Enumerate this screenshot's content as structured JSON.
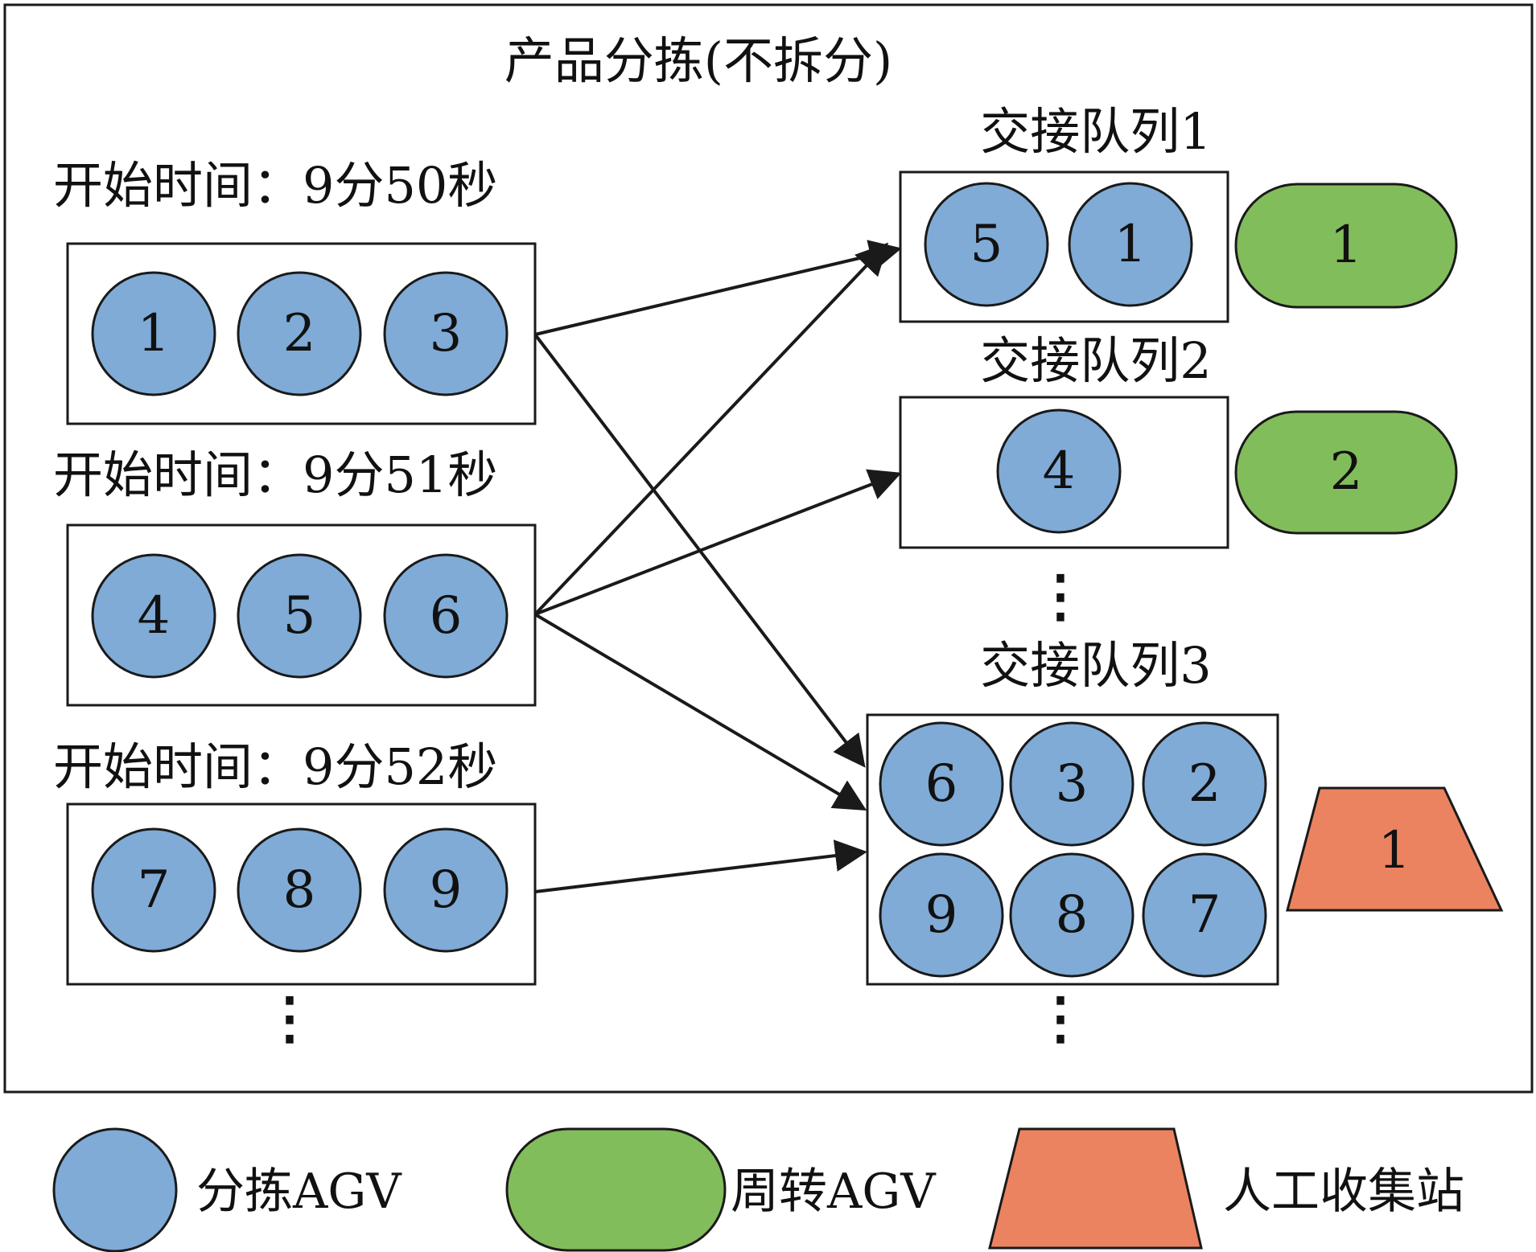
{
  "title": "产品分拣(不拆分)",
  "batches": [
    {
      "label": "开始时间：9分50秒",
      "agvs": [
        "1",
        "2",
        "3"
      ]
    },
    {
      "label": "开始时间：9分51秒",
      "agvs": [
        "4",
        "5",
        "6"
      ]
    },
    {
      "label": "开始时间：9分52秒",
      "agvs": [
        "7",
        "8",
        "9"
      ]
    }
  ],
  "batch_ellipsis": "⋮",
  "queues": [
    {
      "label": "交接队列1",
      "agvs": [
        "5",
        "1"
      ],
      "transfer_agv": "1"
    },
    {
      "label": "交接队列2",
      "agvs": [
        "4"
      ],
      "transfer_agv": "2"
    },
    {
      "label": "交接队列3",
      "agvs": [
        "6",
        "3",
        "2",
        "9",
        "8",
        "7"
      ],
      "station": "1"
    }
  ],
  "queue_ellipsis": [
    "⋮",
    "⋮"
  ],
  "edges": [
    {
      "from": "batch-1",
      "to": "queue-1"
    },
    {
      "from": "batch-1",
      "to": "queue-3"
    },
    {
      "from": "batch-2",
      "to": "queue-1"
    },
    {
      "from": "batch-2",
      "to": "queue-2"
    },
    {
      "from": "batch-2",
      "to": "queue-3"
    },
    {
      "from": "batch-3",
      "to": "queue-3"
    }
  ],
  "legend": {
    "sorting_agv": "分拣AGV",
    "transfer_agv": "周转AGV",
    "manual_station": "人工收集站"
  },
  "colors": {
    "sorting_agv": "#7fabd6",
    "transfer_agv": "#82bd5c",
    "manual_station": "#ec8360",
    "stroke": "#1a1a1a"
  }
}
